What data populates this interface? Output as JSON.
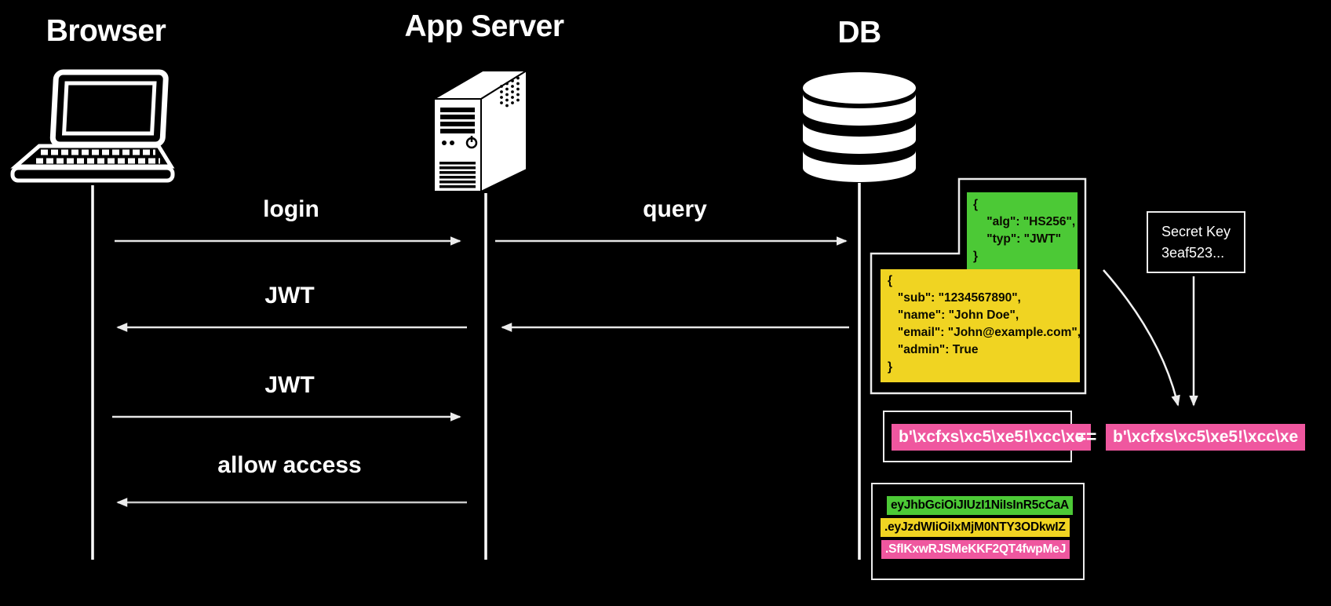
{
  "colors": {
    "background": "#000000",
    "header_green": "#4cc936",
    "payload_yellow": "#f0d422",
    "signature_pink": "#ef579f",
    "line_white": "#ececec"
  },
  "actors": {
    "browser": {
      "label": "Browser",
      "icon": "laptop-icon"
    },
    "app_server": {
      "label": "App Server",
      "icon": "server-tower-icon"
    },
    "db": {
      "label": "DB",
      "icon": "database-icon"
    }
  },
  "messages": {
    "login": "login",
    "query": "query",
    "jwt_response": "JWT",
    "jwt_request": "JWT",
    "allow_access": "allow access"
  },
  "jwt_decoded": {
    "header_lines": [
      "{",
      "    \"alg\": \"HS256\",",
      "    \"typ\": \"JWT\"",
      "}"
    ],
    "payload_lines": [
      "{",
      "   \"sub\": \"1234567890\",",
      "   \"name\": \"John Doe\",",
      "   \"email\": \"John@example.com\",",
      "   \"admin\": True",
      "}"
    ]
  },
  "secret_key": {
    "lines": [
      "Secret Key",
      "3eaf523..."
    ]
  },
  "signature_compare": {
    "left": "b'\\xcfxs\\xc5\\xe5!\\xcc\\xe",
    "operator": "==",
    "right": "b'\\xcfxs\\xc5\\xe5!\\xcc\\xe"
  },
  "jwt_token": {
    "header": "eyJhbGciOiJIUzI1NiIsInR5cCaA",
    "payload": ".eyJzdWIiOiIxMjM0NTY3ODkwIZ",
    "signature": ".SflKxwRJSMeKKF2QT4fwpMeJ"
  }
}
